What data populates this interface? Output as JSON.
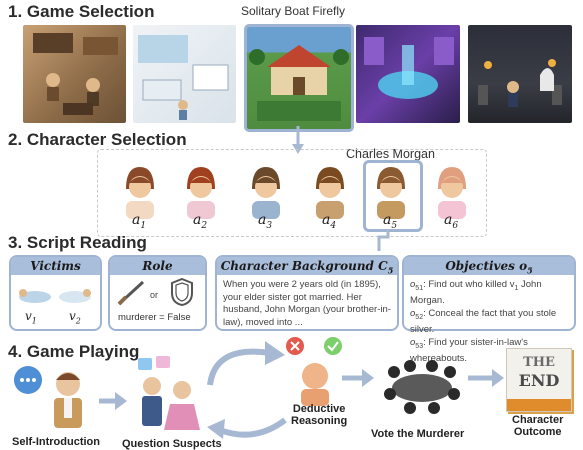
{
  "sections": {
    "game_selection": "1. Game Selection",
    "character_selection": "2. Character Selection",
    "script_reading": "3. Script Reading",
    "game_playing": "4. Game Playing"
  },
  "game_selection": {
    "selected_game": "Solitary Boat Firefly"
  },
  "character_selection": {
    "selected_character": "Charles Morgan",
    "characters": [
      "a",
      "a",
      "a",
      "a",
      "a",
      "a"
    ],
    "subscripts": [
      "1",
      "2",
      "3",
      "4",
      "5",
      "6"
    ]
  },
  "script_reading": {
    "victims": {
      "title": "Victims",
      "v1_base": "v",
      "v1_sub": "1",
      "v2_base": "v",
      "v2_sub": "2"
    },
    "role": {
      "title": "Role",
      "or_text": "or",
      "murderer_label": "murderer = ",
      "murderer_value": "False"
    },
    "background": {
      "title": "Character Background C",
      "title_sub": "5",
      "text": "When you were 2 years old (in 1895), your elder sister got married. Her husband, John Morgan (your brother-in-law), moved into ..."
    },
    "objectives": {
      "title": "Objectives o",
      "title_sub": "5",
      "items": [
        {
          "label": "o",
          "sub": "51",
          "text": ": Find out who killed v",
          "vsub": "1",
          "tail": " John Morgan."
        },
        {
          "label": "o",
          "sub": "52",
          "text": ": Conceal the fact that you stole silver.",
          "vsub": "",
          "tail": ""
        },
        {
          "label": "o",
          "sub": "53",
          "text": ": Find your sister-in-law's whereabouts.",
          "vsub": "",
          "tail": ""
        }
      ]
    }
  },
  "game_playing": {
    "self_intro": "Self-Introduction",
    "question_suspects": "Question Suspects",
    "deductive_1": "Deductive",
    "deductive_2": "Reasoning",
    "vote": "Vote the Murderer",
    "outcome_1": "Character",
    "outcome_2": "Outcome",
    "book_1": "THE",
    "book_2": "END"
  },
  "colors": {
    "accent_blue": "#9fb4d3",
    "header_blue": "#a9bedb",
    "arrow_blue": "#a7b8d3"
  }
}
